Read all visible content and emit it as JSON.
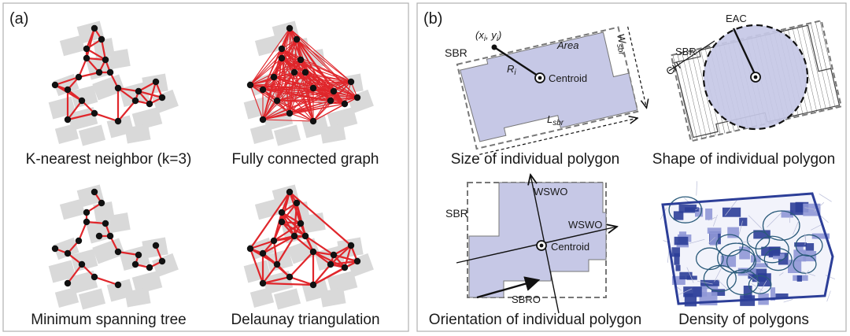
{
  "panel_a": {
    "label": "(a)",
    "captions": [
      "K-nearest neighbor (k=3)",
      "Fully connected graph",
      "Minimum spanning tree",
      "Delaunay triangulation"
    ]
  },
  "panel_b": {
    "label": "(b)",
    "captions": [
      "Size of individual polygon",
      "Shape of individual polygon",
      "Orientation of individual polygon",
      "Density of polygons"
    ],
    "size": {
      "sbr": "SBR",
      "xy": "(x",
      "xy_sub_i": "i",
      "xy_mid": ", y",
      "xy_sub_i2": "i",
      "xy_end": ")",
      "area": "Area",
      "r": "R",
      "r_sub": "i",
      "centroid": "Centroid",
      "l": "L",
      "l_sub": "sbr",
      "w": "W",
      "w_sub": "sbr"
    },
    "shape": {
      "eac": "EAC",
      "sbr": "SBR",
      "ch": "CH"
    },
    "orient": {
      "sbr": "SBR",
      "wswo_v": "WSWO",
      "wswo_h": "WSWO",
      "centroid": "Centroid",
      "sbro": "SBRO"
    }
  },
  "colors": {
    "edge": "#e0262b",
    "node": "#111111",
    "building": "#d9d9d9",
    "polygon": "#c6c8e6",
    "frame": "#b0b0b0",
    "density_dark": "#2c3e98",
    "density_light": "#8f97d6"
  }
}
